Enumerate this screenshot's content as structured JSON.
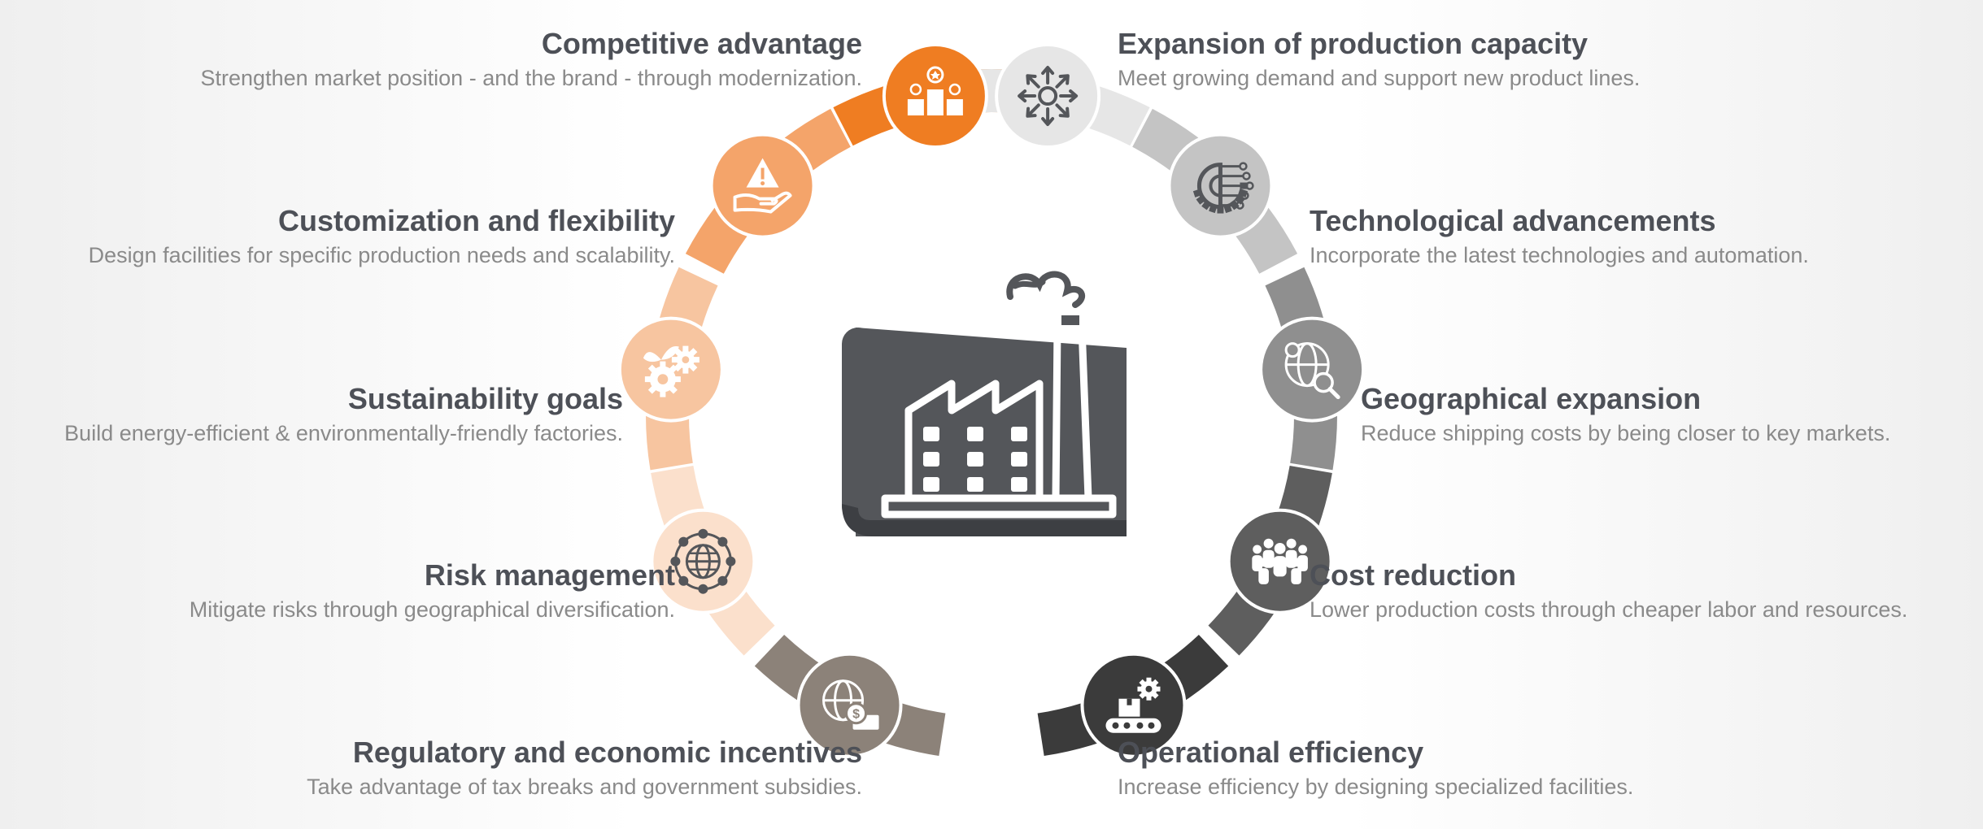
{
  "items": [
    {
      "id": "competitive-advantage",
      "title": "Competitive advantage",
      "desc": "Strengthen market position - and the brand - through modernization.",
      "color": "#ef7d22",
      "icon": "podium-icon"
    },
    {
      "id": "customization-flexibility",
      "title": "Customization and flexibility",
      "desc": "Design facilities for specific production needs and scalability.",
      "color": "#f4a46a",
      "icon": "hand-alert-icon"
    },
    {
      "id": "sustainability-goals",
      "title": "Sustainability goals",
      "desc": "Build energy-efficient & environmentally-friendly factories.",
      "color": "#f7c5a0",
      "icon": "eco-gears-icon"
    },
    {
      "id": "risk-management",
      "title": "Risk management",
      "desc": "Mitigate risks through geographical diversification.",
      "color": "#fbe0cc",
      "icon": "globe-network-icon"
    },
    {
      "id": "regulatory-incentives",
      "title": "Regulatory and economic incentives",
      "desc": "Take advantage of tax breaks and government subsidies.",
      "color": "#8c8279",
      "icon": "globe-money-icon"
    },
    {
      "id": "expansion-capacity",
      "title": "Expansion of production capacity",
      "desc": "Meet growing demand and support new product lines.",
      "color": "#e6e6e6",
      "icon": "expand-arrows-icon"
    },
    {
      "id": "technological-advancements",
      "title": "Technological advancements",
      "desc": "Incorporate the latest technologies and automation.",
      "color": "#c4c4c4",
      "icon": "gear-circuit-icon"
    },
    {
      "id": "geographical-expansion",
      "title": "Geographical expansion",
      "desc": "Reduce shipping costs by being closer to key markets.",
      "color": "#8f8f8f",
      "icon": "globe-search-icon"
    },
    {
      "id": "cost-reduction",
      "title": "Cost reduction",
      "desc": "Lower production costs through cheaper labor and resources.",
      "color": "#5e5e5e",
      "icon": "workforce-icon"
    },
    {
      "id": "operational-efficiency",
      "title": "Operational efficiency",
      "desc": "Increase efficiency by designing specialized facilities.",
      "color": "#3b3b3b",
      "icon": "conveyor-gear-icon"
    }
  ],
  "center_icon": "factory-blueprint-icon",
  "colors": {
    "title": "#4d5057",
    "desc": "#8a8a8a",
    "factory": "#54565a"
  }
}
